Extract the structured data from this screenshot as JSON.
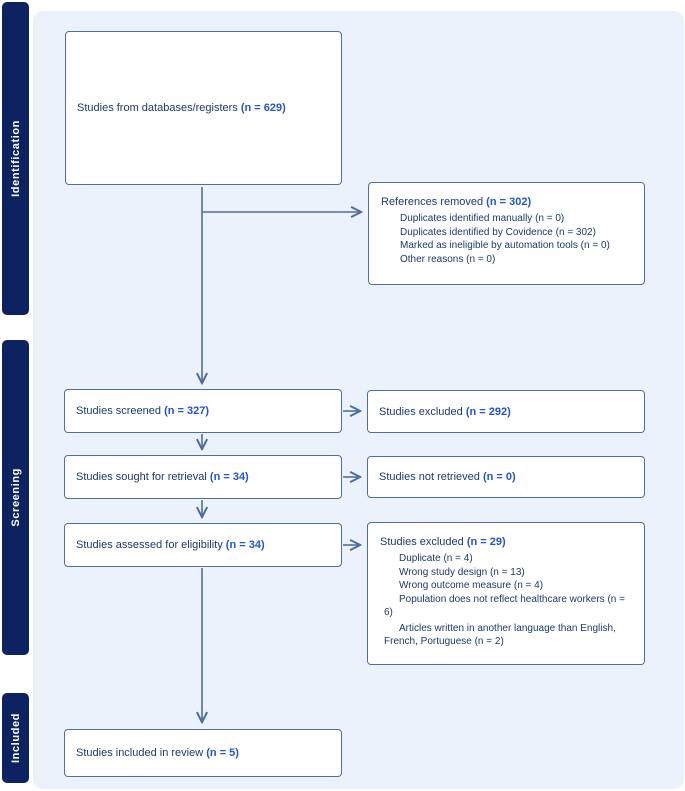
{
  "colors": {
    "sidebar_bg": "#0d2260",
    "panel_bg": "#ecf2fb",
    "border": "#4e6f9e",
    "navy_text": "#1c3a6b",
    "accent_blue": "#2254d3",
    "arrow": "#4e6f9e"
  },
  "sidebar": {
    "identification": "Identification",
    "screening": "Screening",
    "included": "Included"
  },
  "flow": {
    "databases": {
      "label": "Studies from databases/registers ",
      "n": "(n = 629)"
    },
    "references_removed": {
      "label": "References removed ",
      "n": "(n = 302)",
      "items": [
        "Duplicates identified manually (n = 0)",
        "Duplicates identified by Covidence (n = 302)",
        "Marked as ineligible by automation tools (n = 0)",
        "Other reasons (n = 0)"
      ]
    },
    "screened": {
      "label": "Studies screened ",
      "n": "(n = 327)"
    },
    "excluded_screening": {
      "label": "Studies excluded ",
      "n": "(n = 292)"
    },
    "sought": {
      "label": "Studies sought for retrieval ",
      "n": "(n = 34)"
    },
    "not_retrieved": {
      "label": "Studies not retrieved ",
      "n": "(n = 0)"
    },
    "assessed": {
      "label": "Studies assessed for eligibility ",
      "n": "(n = 34)"
    },
    "excluded_eligibility": {
      "label": "Studies excluded ",
      "n": "(n = 29)",
      "items": [
        "Duplicate (n = 4)",
        "Wrong study design (n = 13)",
        "Wrong outcome measure (n = 4)",
        "Population does not reflect healthcare workers (n = 6)",
        "Articles written in another language than English, French, Portuguese (n = 2)"
      ]
    },
    "included_review": {
      "label": "Studies included in review ",
      "n": "(n = 5)"
    }
  }
}
